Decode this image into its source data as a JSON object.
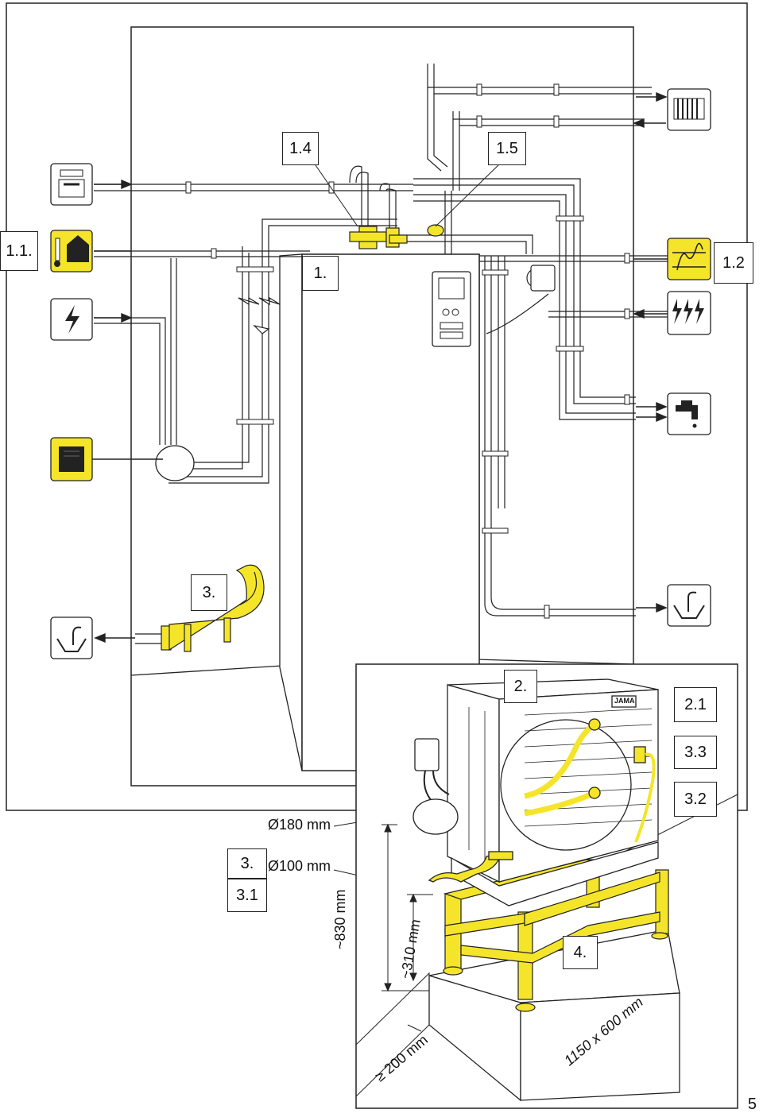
{
  "labels": {
    "l_1_1": "1.1.",
    "l_1": "1.",
    "l_1_2": "1.2",
    "l_1_4": "1.4",
    "l_1_5": "1.5",
    "l_2": "2.",
    "l_2_1": "2.1",
    "l_3": "3.",
    "l_3_b": "3.",
    "l_3_1": "3.1",
    "l_3_2": "3.2",
    "l_3_3": "3.3",
    "l_4": "4."
  },
  "dimensions": {
    "d180": "Ø180 mm",
    "d100": "Ø100 mm",
    "h830": "~830 mm",
    "h310": "~310 mm",
    "clear200": "≥ 200 mm",
    "base": "1150 x 600 mm"
  },
  "brand": "JAMA",
  "page_number": "5",
  "colors": {
    "highlight": "#f5e52a",
    "line": "#222222"
  }
}
